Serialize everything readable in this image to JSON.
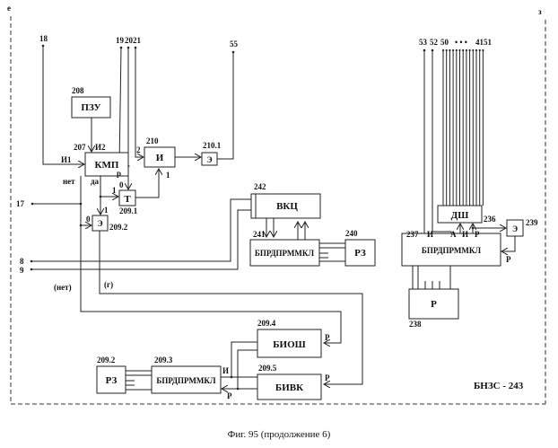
{
  "corner_labels": {
    "left": "е",
    "right": "з"
  },
  "inputs": {
    "i18": "18",
    "i19": "19",
    "i20": "20",
    "i21": "21",
    "i55": "55",
    "i17": "17",
    "i8": "8",
    "i9": "9",
    "i53": "53",
    "i52": "52",
    "i50": "50",
    "dots": "• • •",
    "i4151": "4151"
  },
  "blocks": {
    "pzu": {
      "num": "208",
      "label": "ПЗУ"
    },
    "kmp": {
      "num": "207",
      "label": "КМП",
      "in1": "И1",
      "in2": "И2",
      "p": "р",
      "no": "нет",
      "yes": "да"
    },
    "and210": {
      "num": "210",
      "label": "И",
      "in2": "2",
      "in1": "1"
    },
    "e2101": {
      "num": "210.1",
      "label": "Э"
    },
    "t2091": {
      "num": "209.1",
      "label": "Т",
      "in0": "0",
      "in1": "1"
    },
    "e2092": {
      "num": "209.2",
      "label": "Э",
      "in0": "0",
      "in1": "1"
    },
    "vkc": {
      "num": "242",
      "label": "ВКЦ"
    },
    "bprd241": {
      "num": "241",
      "label": "БПРДПРММКЛ"
    },
    "rz240": {
      "num": "240",
      "label": "РЗ"
    },
    "rz2092": {
      "num": "209.2",
      "label": "РЗ"
    },
    "bprd2093": {
      "num": "209.3",
      "label": "БПРДПРММКЛ",
      "i": "И",
      "p": "Р"
    },
    "bios": {
      "num": "209.4",
      "label": "БИОШ",
      "p": "Р"
    },
    "bivk": {
      "num": "209.5",
      "label": "БИВК",
      "p": "Р"
    },
    "dsh": {
      "num": "236",
      "label": "ДШ"
    },
    "bprd237": {
      "num": "237",
      "label": "БПРДПРММКЛ",
      "i": "И",
      "a": "А",
      "i2": "И",
      "r": "Р",
      "p": "Р"
    },
    "e239": {
      "num": "239",
      "label": "Э"
    },
    "r238": {
      "num": "238",
      "label": "Р"
    }
  },
  "wire_labels": {
    "no": "(нет)",
    "g": "(г)"
  },
  "system_label": "БНЗС - 243",
  "caption": "Фиг. 95 (продолжение 6)"
}
